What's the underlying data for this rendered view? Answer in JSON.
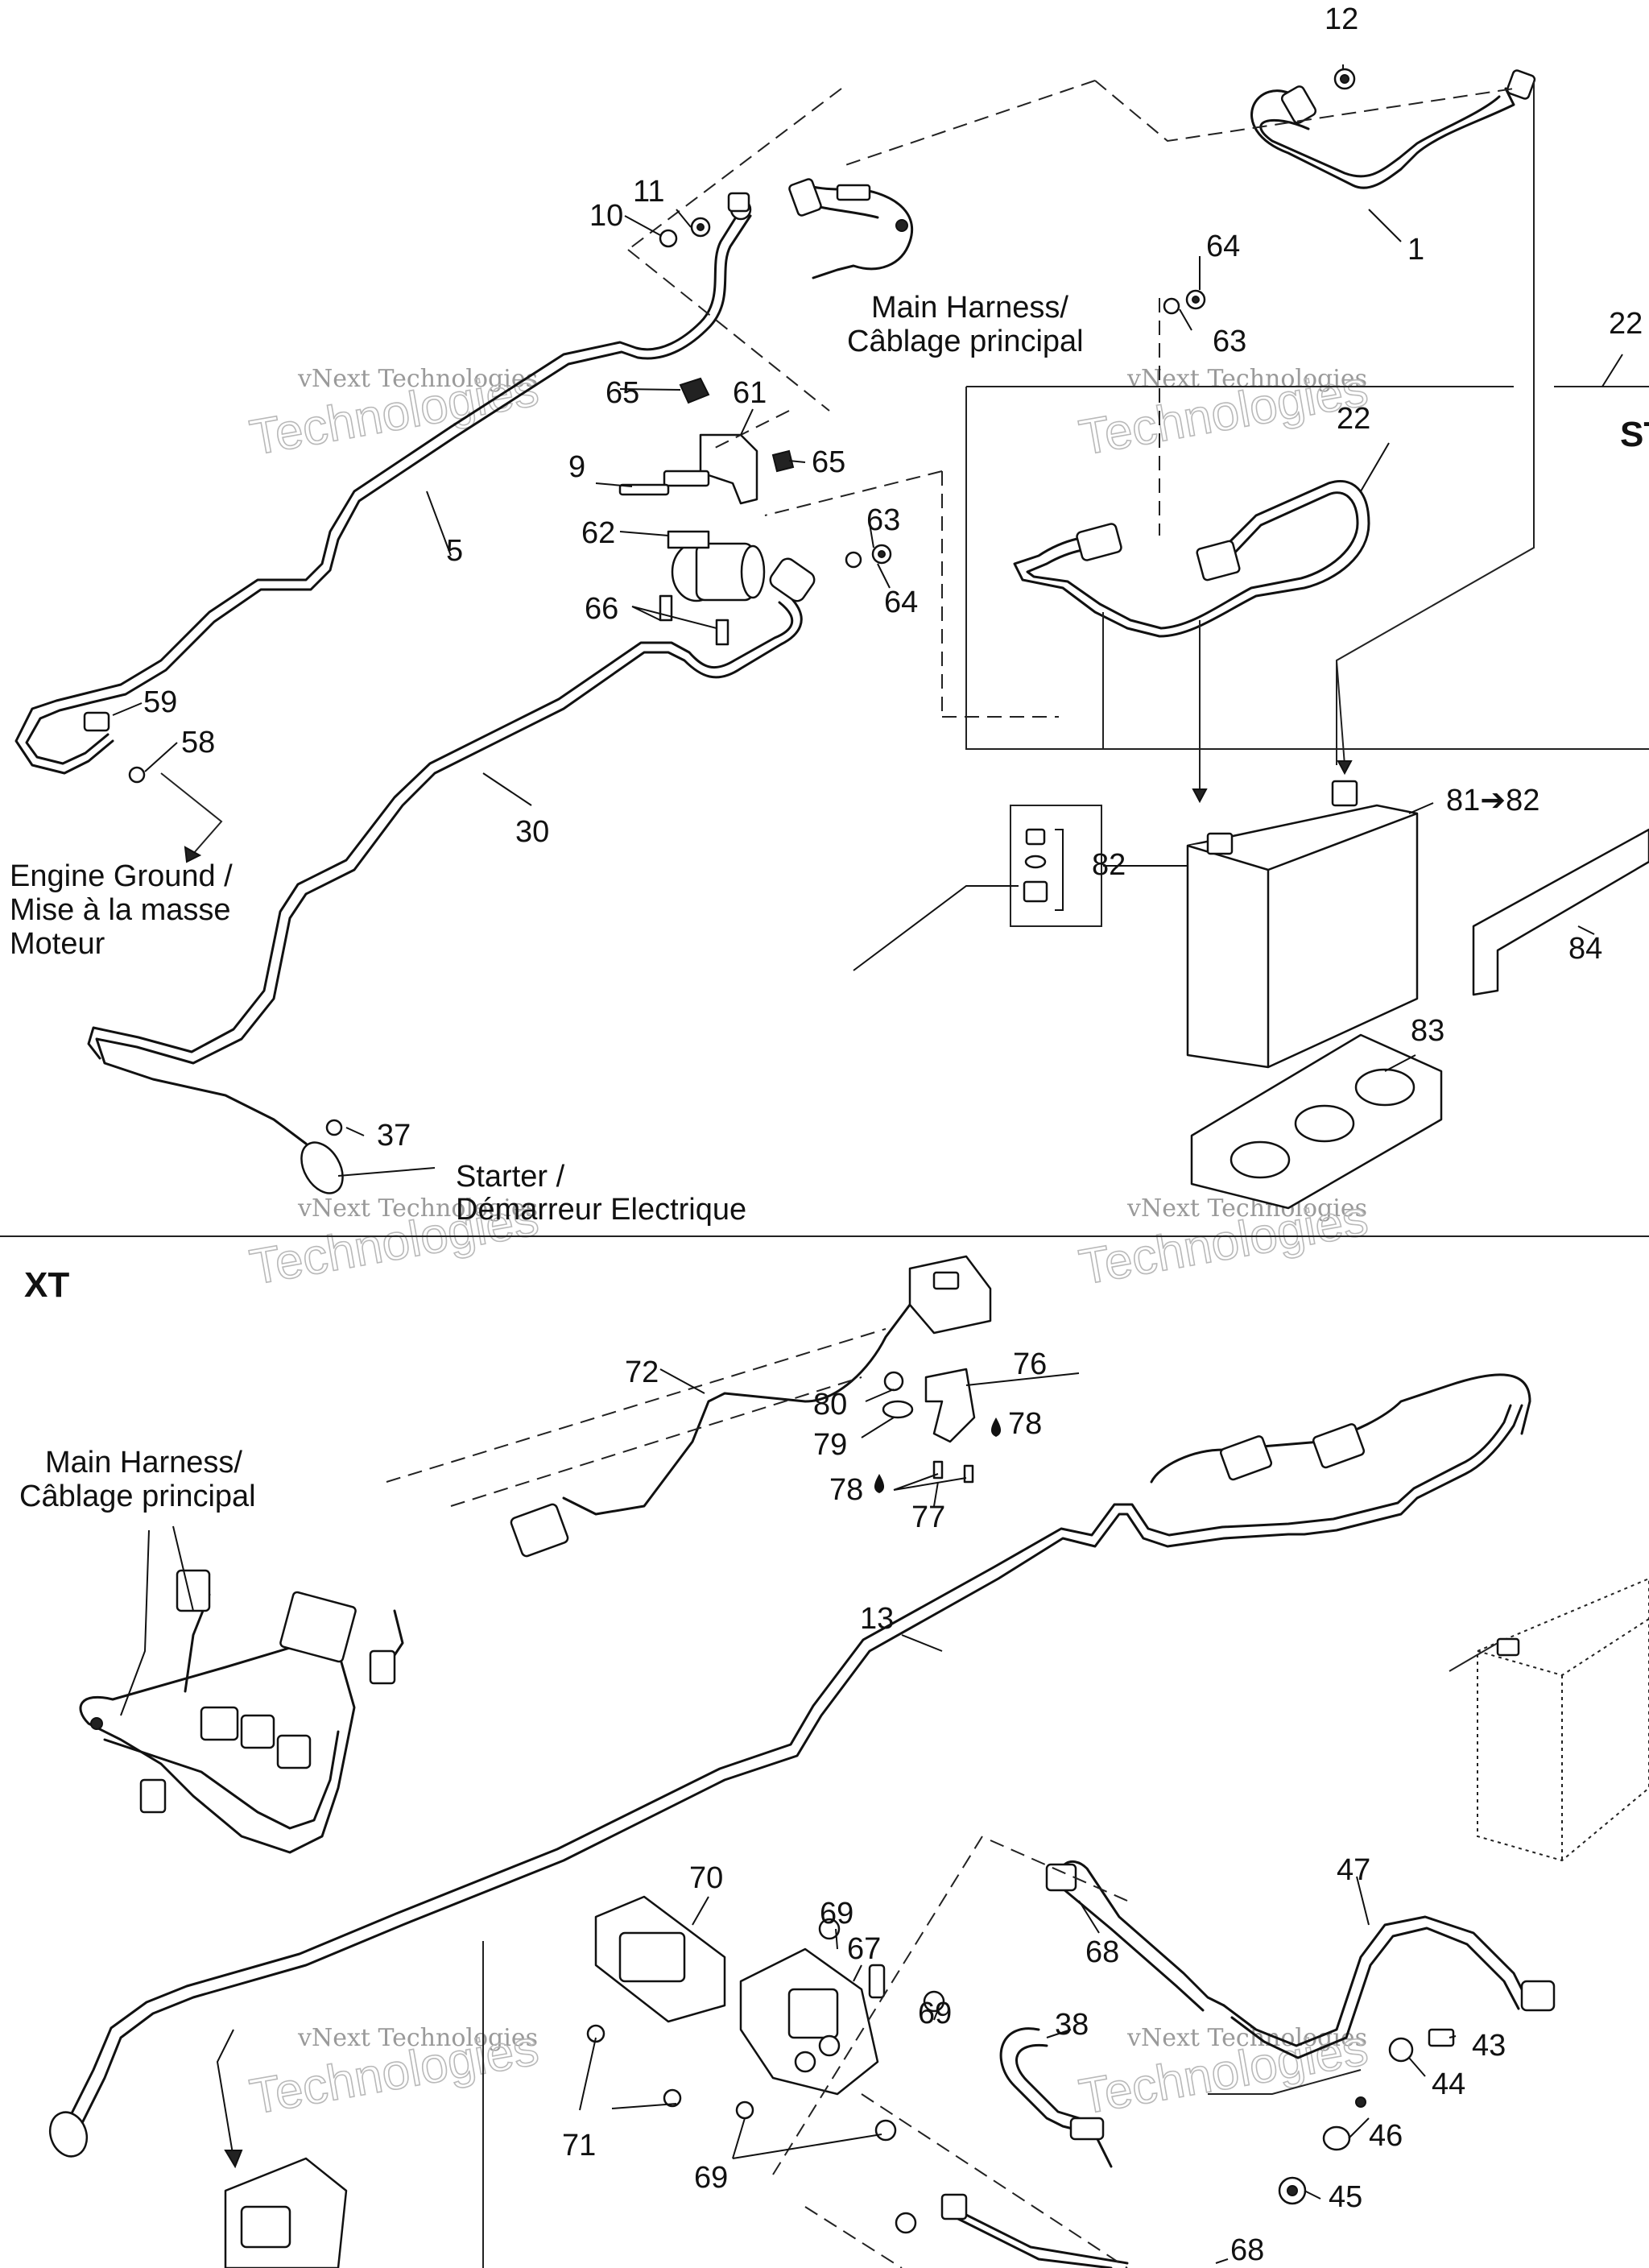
{
  "sections": {
    "xt": "XT",
    "st_partial": "ST"
  },
  "captions": {
    "main_harness_top": [
      "Main Harness/",
      "Câblage principal"
    ],
    "main_harness_xt": [
      "Main Harness/",
      "Câblage principal"
    ],
    "engine_ground": [
      "Engine Ground /",
      "Mise à la masse",
      "Moteur"
    ],
    "starter": [
      "Starter /",
      "Démarreur Electrique"
    ]
  },
  "watermark": {
    "line1": "vNext Technologies",
    "line2": "Technologies",
    "faint": "vNext"
  },
  "callouts": [
    "12",
    "11",
    "10",
    "1",
    "64",
    "63",
    "22",
    "22",
    "65",
    "61",
    "9",
    "65",
    "62",
    "63",
    "66",
    "64",
    "5",
    "59",
    "58",
    "30",
    "81➔82",
    "82",
    "84",
    "83",
    "37",
    "72",
    "80",
    "76",
    "79",
    "78",
    "78",
    "77",
    "13",
    "70",
    "69",
    "67",
    "69",
    "68",
    "47",
    "38",
    "43",
    "44",
    "46",
    "45",
    "71",
    "69",
    "68"
  ]
}
